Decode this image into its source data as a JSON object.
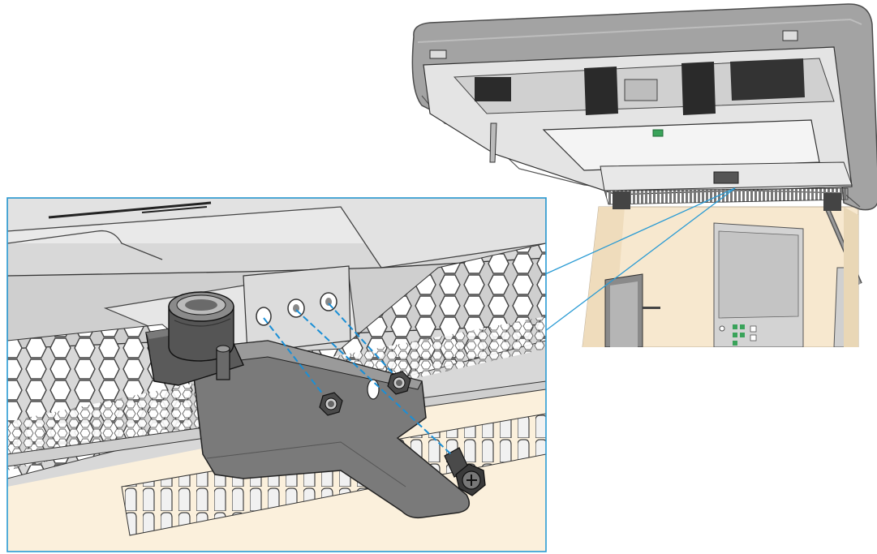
{
  "figure": {
    "kind": "assembly-instruction-illustration",
    "colors": {
      "callout_line": "#2a9bd4",
      "cabinet_body": "#f7e8cf",
      "lid_shell": "#9a9a9a",
      "sheet_metal": "#d9d9d9",
      "bracket": "#6e6e6e",
      "guide_line": "#1a8fd6"
    },
    "detail_view": {
      "parts": [
        "mounting-bracket",
        "cylindrical-sensor",
        "screw"
      ],
      "mounting_holes": 3,
      "nuts": 2
    }
  }
}
